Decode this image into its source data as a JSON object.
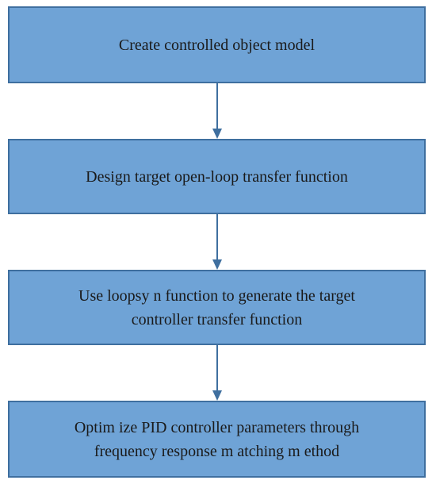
{
  "steps": [
    {
      "label": "Create  controlled object model"
    },
    {
      "label": "Design target open-loop transfer function"
    },
    {
      "label": "Use loopsy n function to generate the target\ncontroller transfer function"
    },
    {
      "label": "Optim ize PID controller parameters through\nfrequency  response m atching m ethod"
    }
  ],
  "colors": {
    "box_fill": "#6fa3d6",
    "box_border": "#3f6f9f",
    "arrow": "#3f6f9f"
  }
}
